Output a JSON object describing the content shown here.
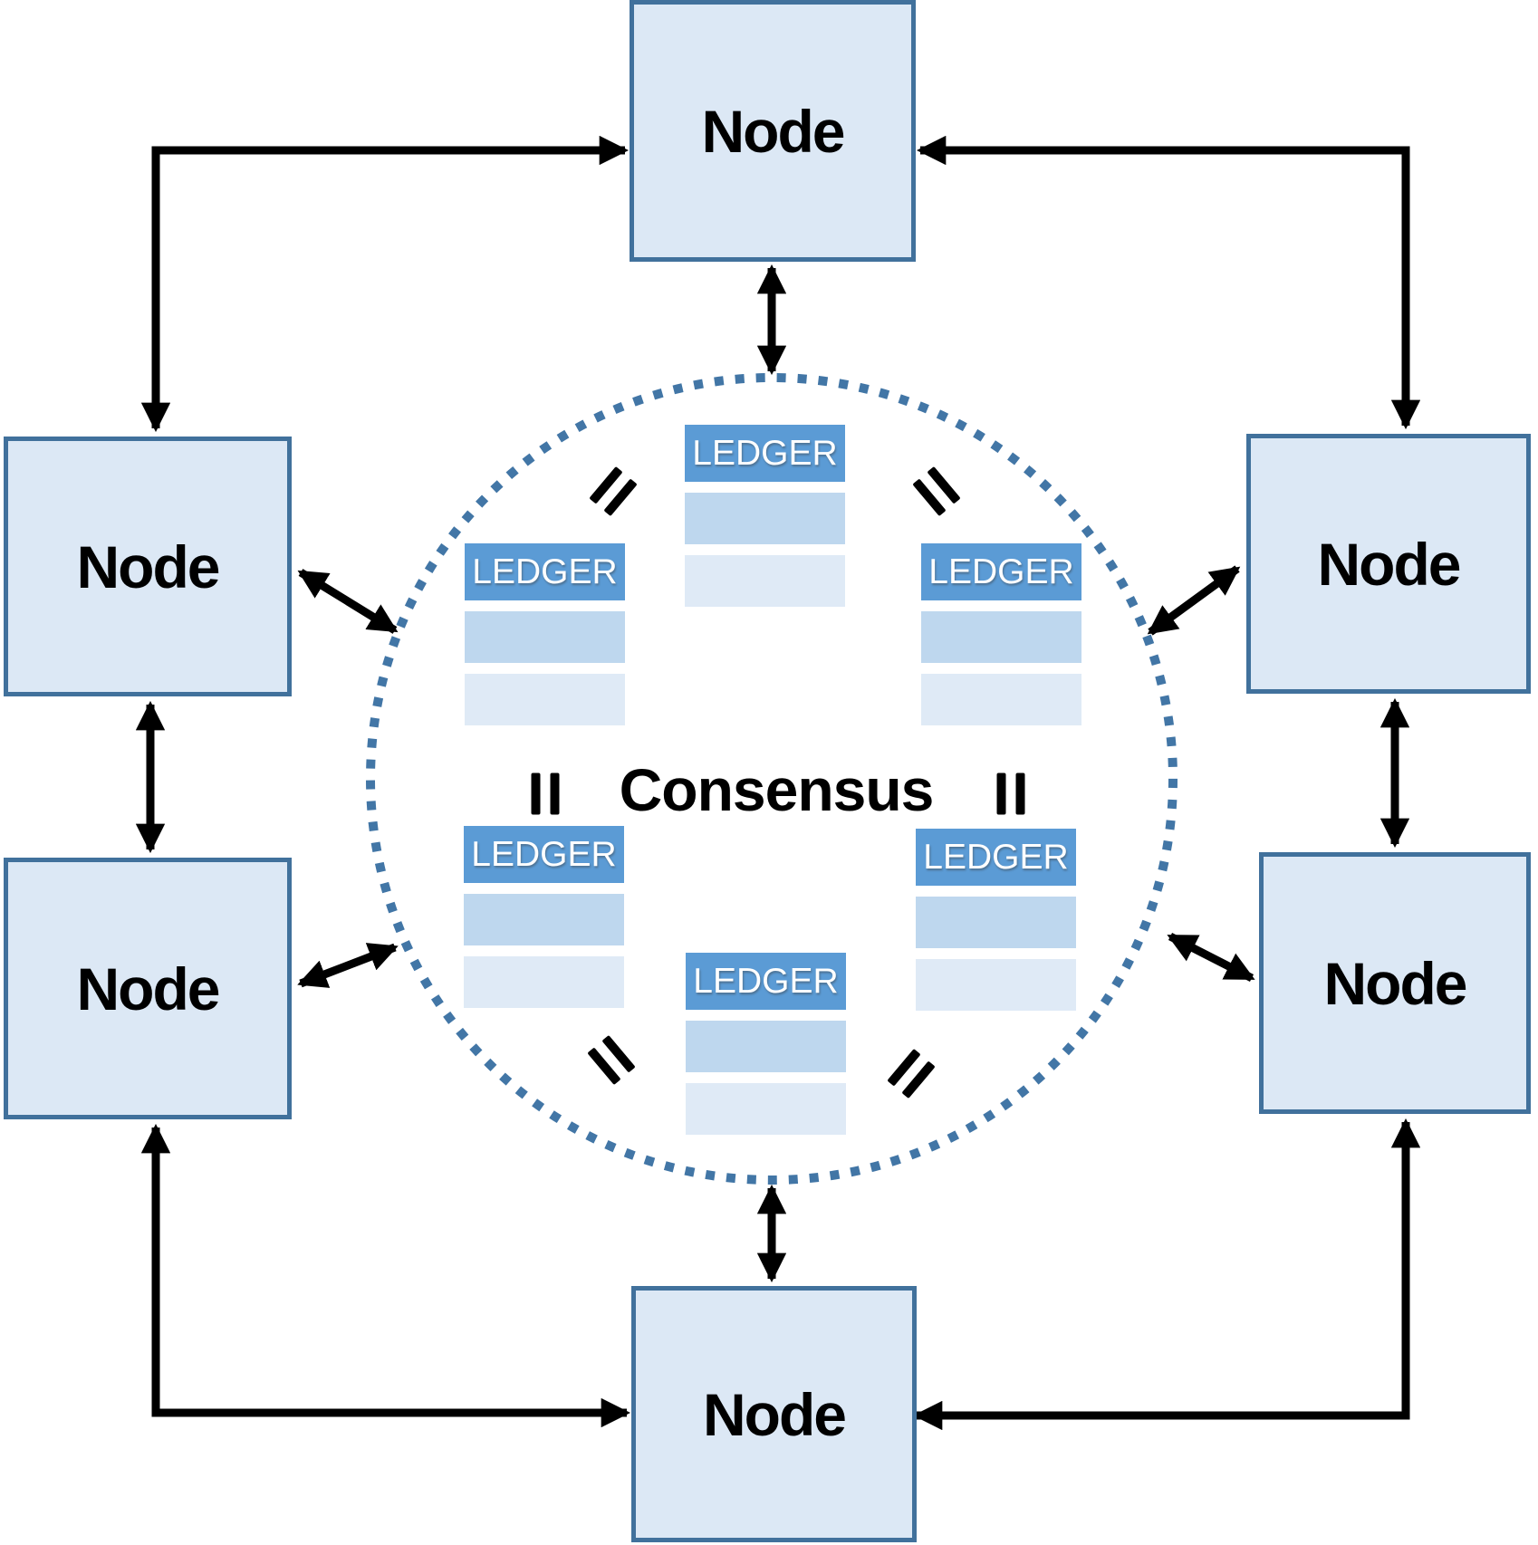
{
  "diagram": {
    "consensus_label": "Consensus",
    "nodes": [
      {
        "position": "top",
        "label": "Node"
      },
      {
        "position": "upper-left",
        "label": "Node"
      },
      {
        "position": "upper-right",
        "label": "Node"
      },
      {
        "position": "lower-left",
        "label": "Node"
      },
      {
        "position": "lower-right",
        "label": "Node"
      },
      {
        "position": "bottom",
        "label": "Node"
      }
    ],
    "ledgers": [
      {
        "position": "top",
        "label": "LEDGER"
      },
      {
        "position": "middle-left",
        "label": "LEDGER"
      },
      {
        "position": "middle-right",
        "label": "LEDGER"
      },
      {
        "position": "lower-left",
        "label": "LEDGER"
      },
      {
        "position": "lower-right",
        "label": "LEDGER"
      },
      {
        "position": "bottom",
        "label": "LEDGER"
      }
    ],
    "equals_sign_glyph": "=",
    "colors": {
      "node_fill": "#dce8f5",
      "node_border": "#41719c",
      "ledger_header": "#5b9bd5",
      "ledger_row_mid": "#bed7ee",
      "ledger_row_light": "#dfeaf6",
      "ledger_text": "#ffffff",
      "circle_dots": "#4276a6",
      "arrow": "#000000",
      "label_text": "#000000"
    }
  }
}
